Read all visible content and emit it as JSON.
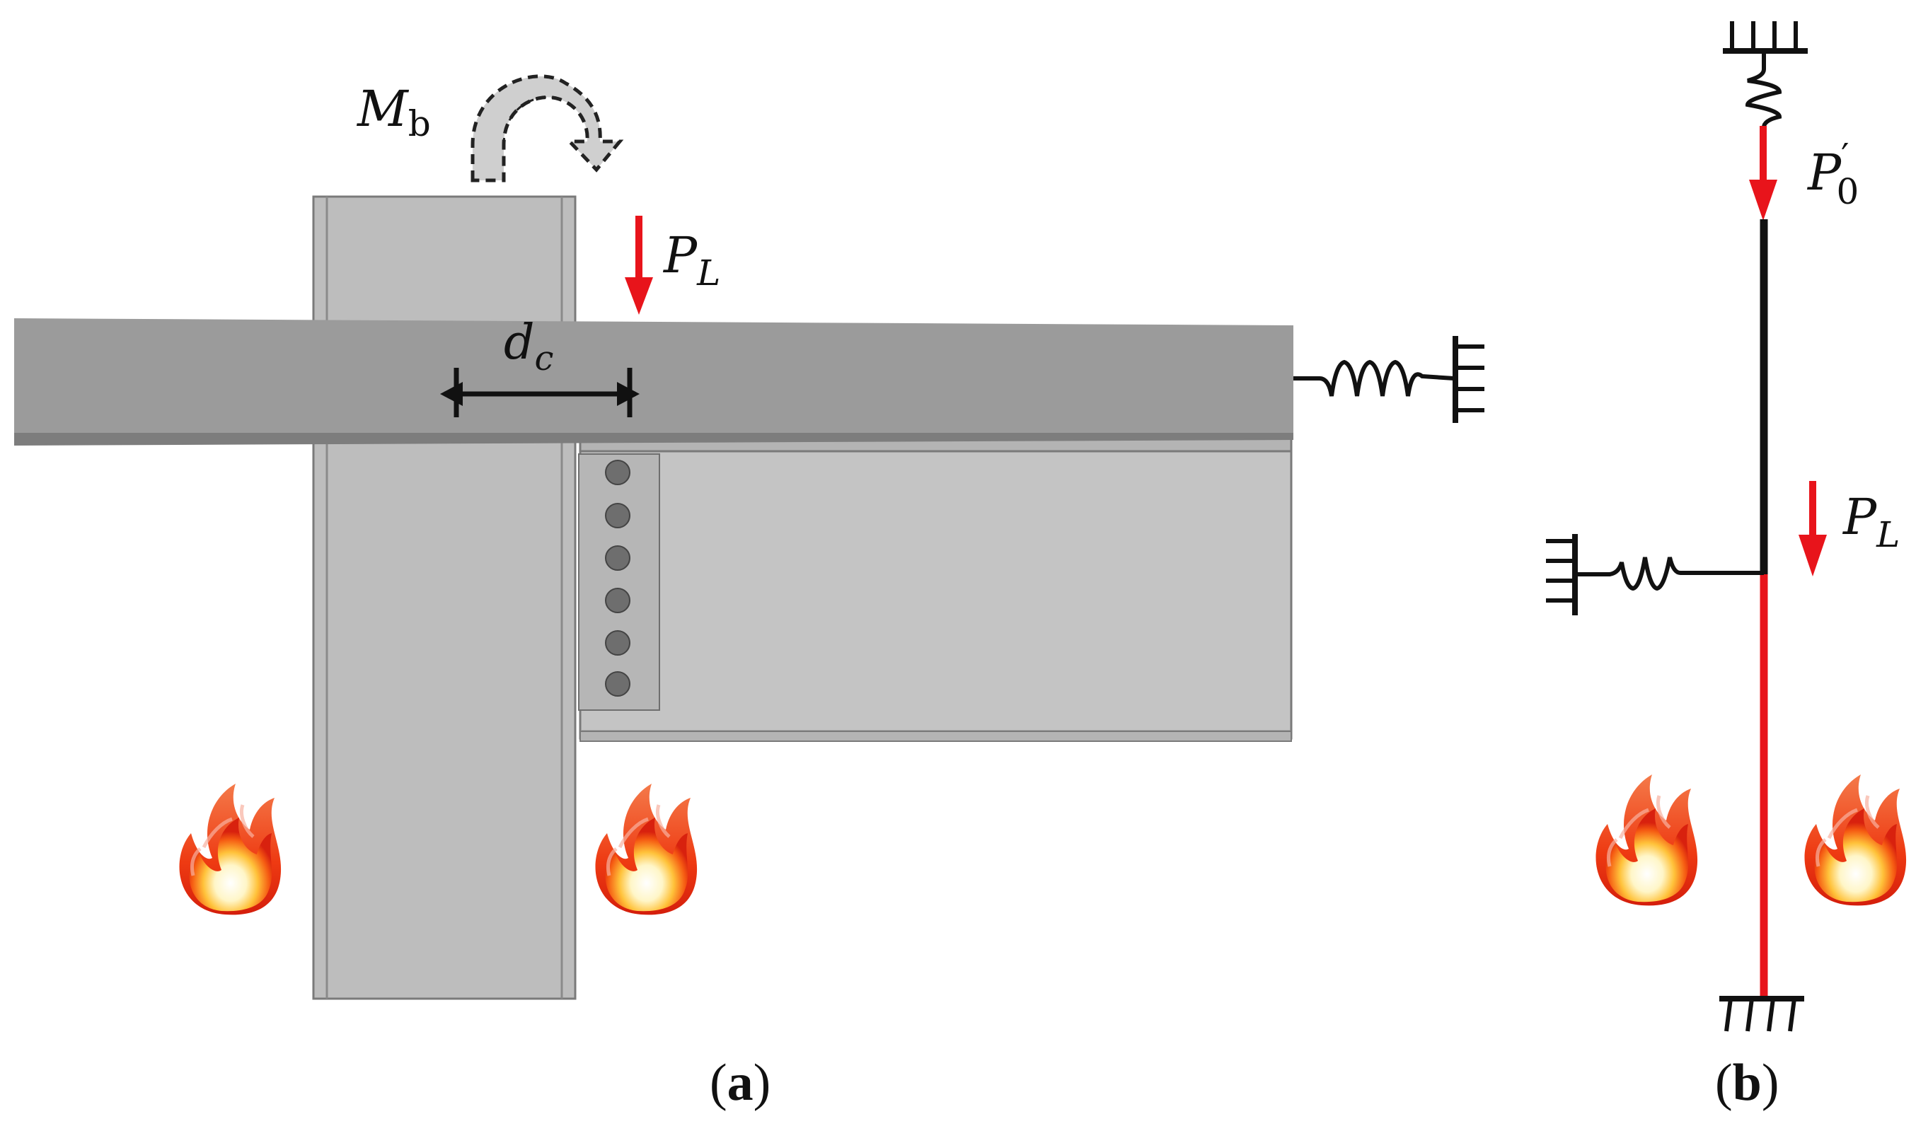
{
  "panel_a": {
    "caption": {
      "open": "(",
      "letter": "a",
      "close": ")"
    },
    "moment_label": {
      "main": "M",
      "sub": "b"
    },
    "load_label": {
      "main": "P",
      "sub": "L"
    },
    "dim_label": {
      "main": "d",
      "sub": "c"
    }
  },
  "panel_b": {
    "caption": {
      "open": "(",
      "letter": "b",
      "close": ")"
    },
    "top_load_label": {
      "main": "P",
      "prime": "′",
      "sub": "0"
    },
    "load_label": {
      "main": "P",
      "sub": "L"
    }
  },
  "colors": {
    "load_arrow": "#e8141b",
    "heated_member": "#e8141b",
    "beam_web": "#c4c4c4",
    "beam_flange": "#9b9b9b",
    "column": "#bdbdbd",
    "bolt": "#6e6e6e"
  },
  "icons": [
    "flame-icon",
    "spring-support-icon",
    "fixed-support-icon",
    "moment-arrow-icon",
    "load-arrow-icon",
    "dimension-arrow-icon"
  ]
}
